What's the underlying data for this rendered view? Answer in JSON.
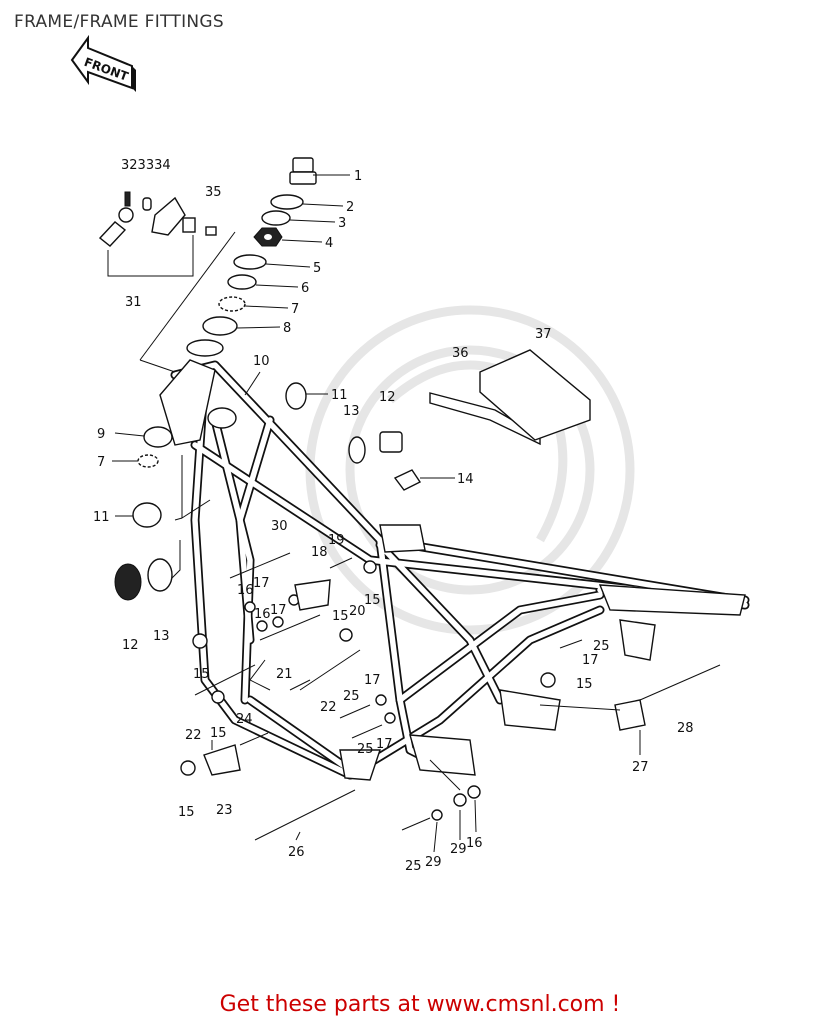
{
  "header": {
    "title": "FRAME/FRAME FITTINGS"
  },
  "front_arrow": {
    "label": "FRONT"
  },
  "callouts": [
    {
      "id": "c1",
      "text": "1"
    },
    {
      "id": "c2",
      "text": "2"
    },
    {
      "id": "c3",
      "text": "3"
    },
    {
      "id": "c4",
      "text": "4"
    },
    {
      "id": "c5",
      "text": "5"
    },
    {
      "id": "c6",
      "text": "6"
    },
    {
      "id": "c7a",
      "text": "7"
    },
    {
      "id": "c8",
      "text": "8"
    },
    {
      "id": "c9",
      "text": "9"
    },
    {
      "id": "c7b",
      "text": "7"
    },
    {
      "id": "c10",
      "text": "10"
    },
    {
      "id": "c11a",
      "text": "11"
    },
    {
      "id": "c11b",
      "text": "11"
    },
    {
      "id": "c12a",
      "text": "12"
    },
    {
      "id": "c13a",
      "text": "13"
    },
    {
      "id": "c12b",
      "text": "12"
    },
    {
      "id": "c13b",
      "text": "13"
    },
    {
      "id": "c14",
      "text": "14"
    },
    {
      "id": "c15a",
      "text": "15"
    },
    {
      "id": "c15b",
      "text": "15"
    },
    {
      "id": "c15c",
      "text": "15"
    },
    {
      "id": "c15d",
      "text": "15"
    },
    {
      "id": "c15e",
      "text": "15"
    },
    {
      "id": "c15f",
      "text": "15"
    },
    {
      "id": "c16a",
      "text": "16"
    },
    {
      "id": "c16b",
      "text": "16"
    },
    {
      "id": "c16c",
      "text": "16"
    },
    {
      "id": "c17a",
      "text": "17"
    },
    {
      "id": "c17b",
      "text": "17"
    },
    {
      "id": "c17c",
      "text": "17"
    },
    {
      "id": "c17d",
      "text": "17"
    },
    {
      "id": "c17e",
      "text": "17"
    },
    {
      "id": "c18",
      "text": "18"
    },
    {
      "id": "c19",
      "text": "19"
    },
    {
      "id": "c20",
      "text": "20"
    },
    {
      "id": "c21",
      "text": "21"
    },
    {
      "id": "c22a",
      "text": "22"
    },
    {
      "id": "c22b",
      "text": "22"
    },
    {
      "id": "c23",
      "text": "23"
    },
    {
      "id": "c24",
      "text": "24"
    },
    {
      "id": "c25a",
      "text": "25"
    },
    {
      "id": "c25b",
      "text": "25"
    },
    {
      "id": "c25c",
      "text": "25"
    },
    {
      "id": "c25d",
      "text": "25"
    },
    {
      "id": "c26",
      "text": "26"
    },
    {
      "id": "c27",
      "text": "27"
    },
    {
      "id": "c28",
      "text": "28"
    },
    {
      "id": "c29a",
      "text": "29"
    },
    {
      "id": "c29b",
      "text": "29"
    },
    {
      "id": "c30",
      "text": "30"
    },
    {
      "id": "c31",
      "text": "31"
    },
    {
      "id": "c323334",
      "text": "323334"
    },
    {
      "id": "c35",
      "text": "35"
    },
    {
      "id": "c36",
      "text": "36"
    },
    {
      "id": "c37",
      "text": "37"
    }
  ],
  "footer": {
    "text": "Get these parts at www.cmsnl.com !",
    "color": "#cc0000"
  }
}
